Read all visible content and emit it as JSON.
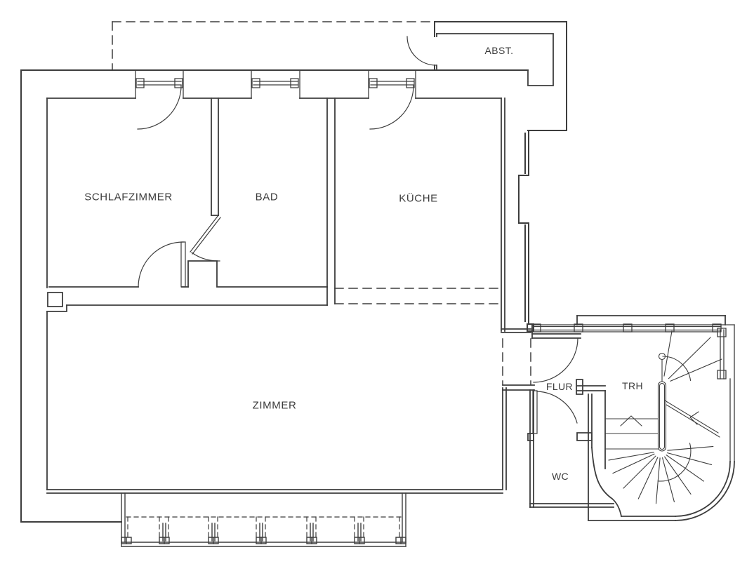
{
  "plan": {
    "type": "floorplan",
    "rooms": {
      "schlafzimmer": {
        "label": "SCHLAFZIMMER"
      },
      "bad": {
        "label": "BAD"
      },
      "kueche": {
        "label": "KÜCHE"
      },
      "zimmer": {
        "label": "ZIMMER"
      },
      "abstellraum": {
        "label": "ABST."
      },
      "flur": {
        "label": "FLUR"
      },
      "treppenhaus": {
        "label": "TRH"
      },
      "wc": {
        "label": "WC"
      }
    },
    "colors": {
      "background": "#ffffff",
      "line": "#3d3d3d",
      "text": "#3c3c3c"
    }
  }
}
